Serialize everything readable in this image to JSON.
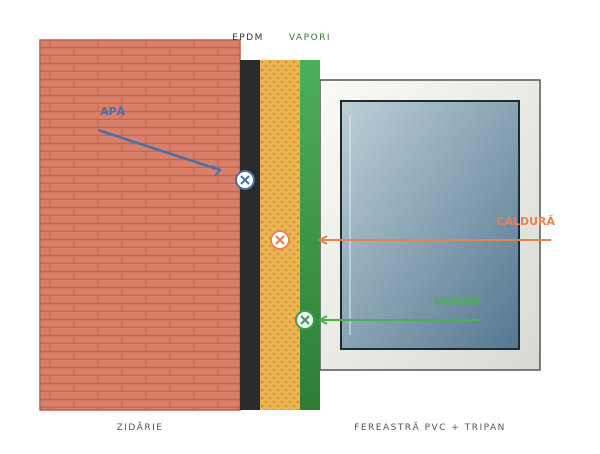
{
  "labels": {
    "epdm": "EPDM",
    "vapor_top": "VAPORI",
    "water": "APĂ",
    "heat": "CĂLDURĂ",
    "vapor_arrow": "VAPORI",
    "masonry": "ZIDĂRIE",
    "window": "FEREASTRĂ PVC + TRIPAN"
  },
  "colors": {
    "brick": "#d9806a",
    "mortar": "#c96f58",
    "epdm": "#2a2a2a",
    "insulation": "#e8b04c",
    "vapor_membrane": "#3a9d4c",
    "water": "#4a6fa5",
    "heat": "#e8834f",
    "vapor": "#4caf50",
    "glass_light": "#b8ccd4",
    "glass_dark": "#5c7d92",
    "frame": "#f4f5f0"
  },
  "icons": {
    "water_block": "x-circle-icon",
    "heat_block": "x-circle-icon",
    "vapor_block": "x-circle-icon"
  }
}
